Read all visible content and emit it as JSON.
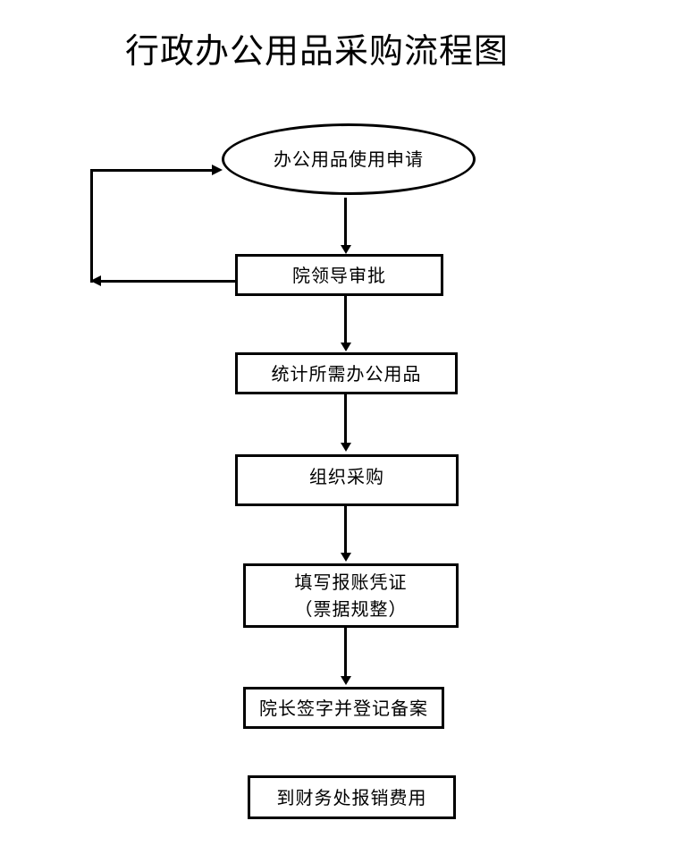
{
  "page": {
    "title": "行政办公用品采购流程图",
    "background_color": "#ffffff",
    "line_color": "#000000",
    "text_color": "#000000"
  },
  "flowchart": {
    "nodes": [
      {
        "id": "apply",
        "shape": "ellipse",
        "label": "办公用品使用申请"
      },
      {
        "id": "approve",
        "shape": "rect",
        "label": "院领导审批"
      },
      {
        "id": "count",
        "shape": "rect",
        "label": "统计所需办公用品"
      },
      {
        "id": "purchase",
        "shape": "rect",
        "label": "组织采购"
      },
      {
        "id": "voucher",
        "shape": "rect",
        "label": "填写报账凭证",
        "label2": "（票据规整）"
      },
      {
        "id": "sign",
        "shape": "rect",
        "label": "院长签字并登记备案"
      },
      {
        "id": "reimburse",
        "shape": "rect",
        "label": "到财务处报销费用"
      }
    ],
    "edges": [
      {
        "from": "apply",
        "to": "approve",
        "type": "arrow-down"
      },
      {
        "from": "approve",
        "to": "count",
        "type": "arrow-down"
      },
      {
        "from": "count",
        "to": "purchase",
        "type": "arrow-down"
      },
      {
        "from": "purchase",
        "to": "voucher",
        "type": "arrow-down"
      },
      {
        "from": "voucher",
        "to": "sign",
        "type": "arrow-down"
      },
      {
        "from": "approve",
        "to": "apply",
        "type": "feedback-loop-left"
      }
    ]
  }
}
